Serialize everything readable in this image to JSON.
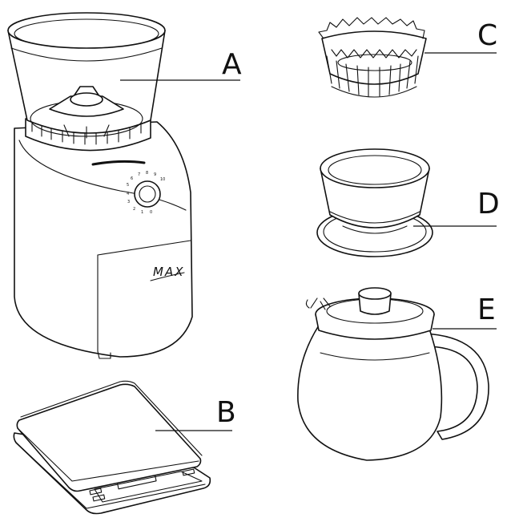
{
  "figure": {
    "labels": {
      "grinder": "A",
      "scale": "B",
      "filter": "C",
      "dripper": "D",
      "carafe": "E"
    },
    "grinder_max_text": "MAX"
  }
}
